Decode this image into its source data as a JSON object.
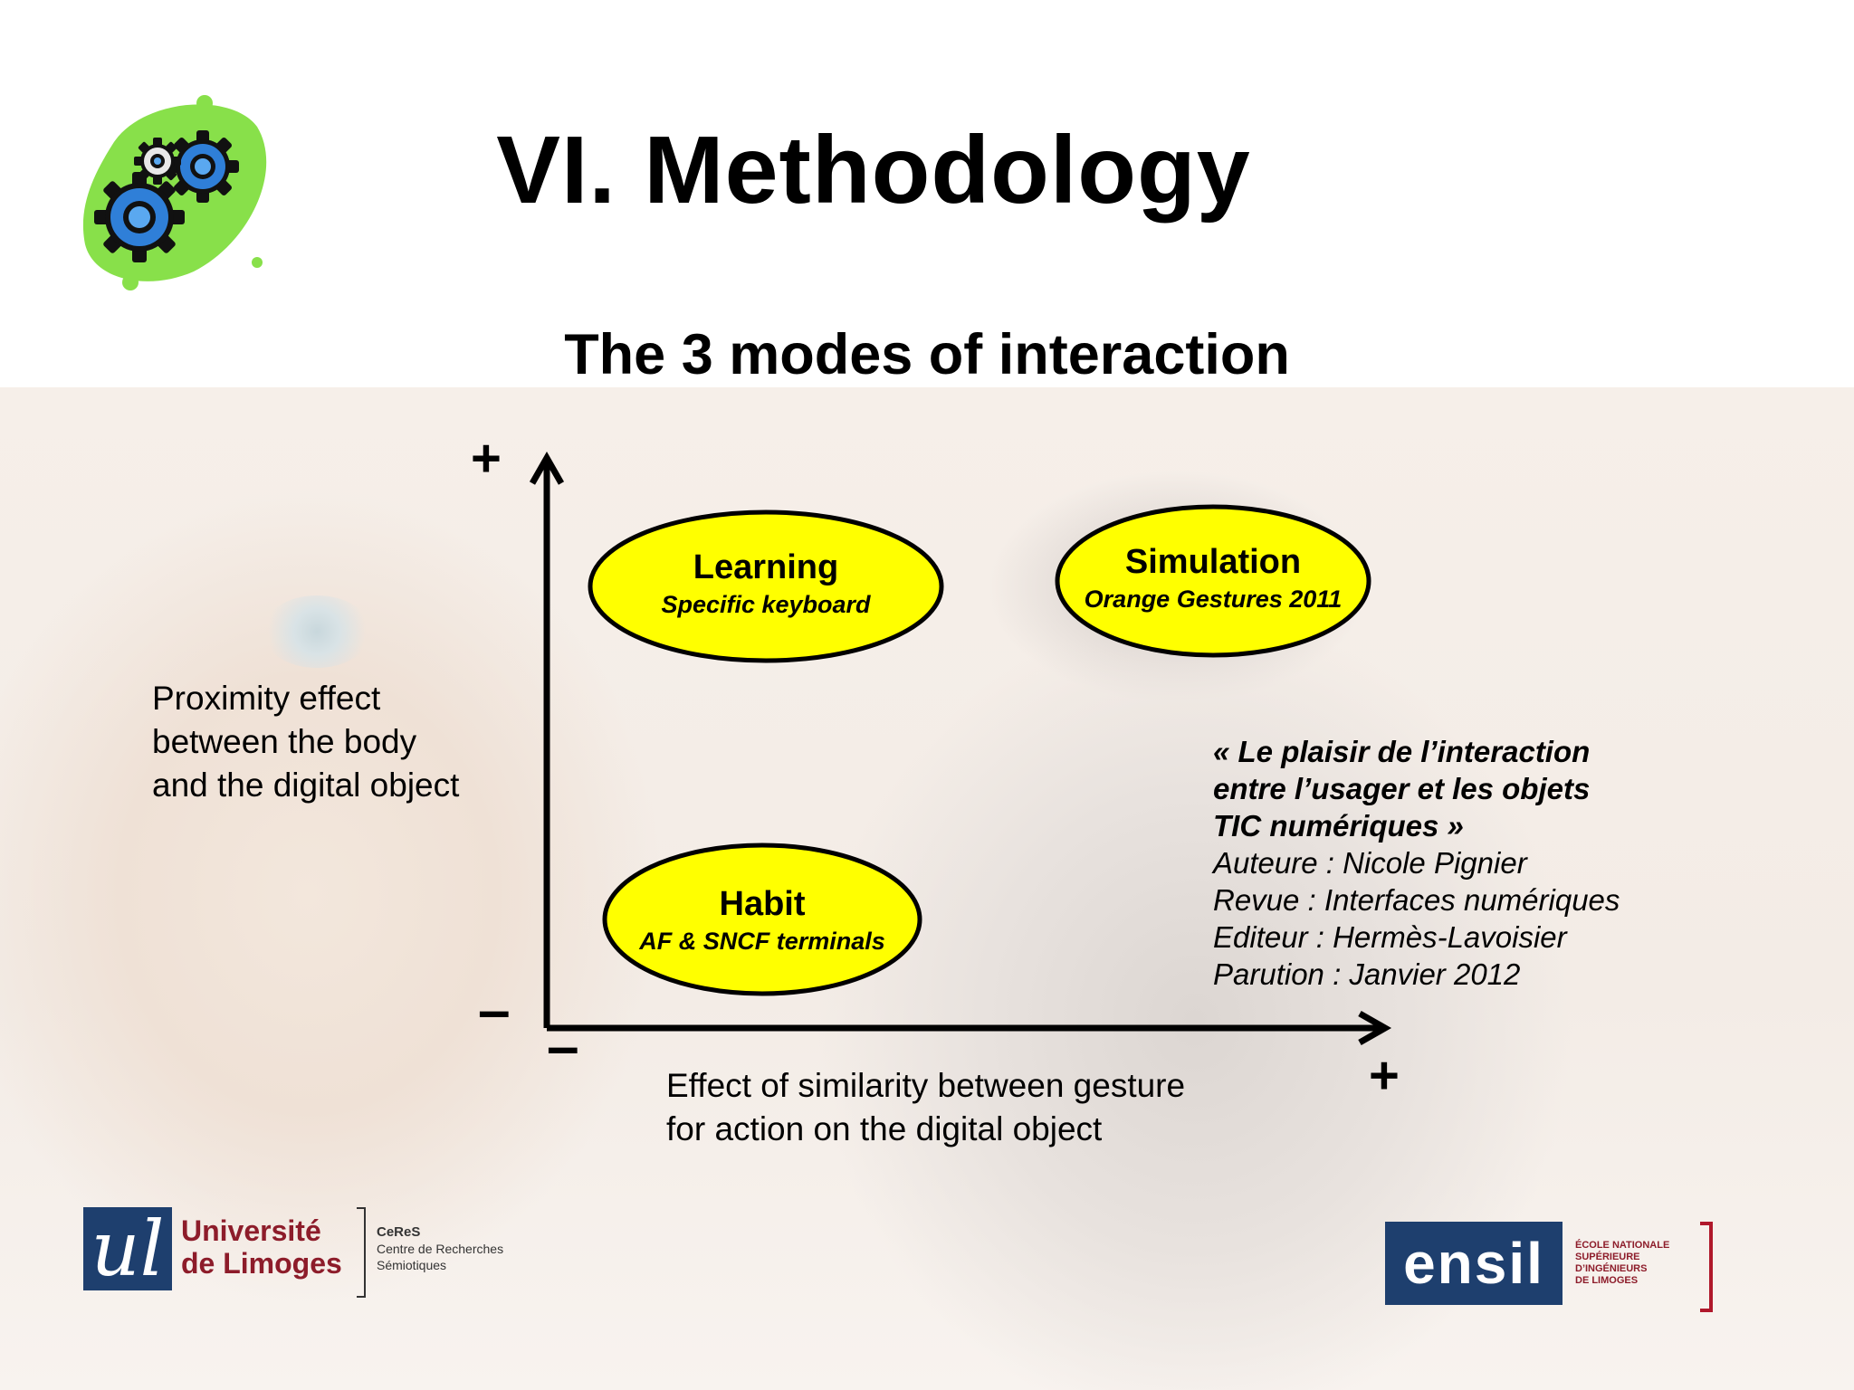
{
  "slide": {
    "title": "VI. Methodology",
    "subtitle": "The 3 modes of interaction"
  },
  "diagram": {
    "y_axis": {
      "label_lines": [
        "Proximity effect",
        "between the body",
        "and the digital object"
      ],
      "plus": "+",
      "minus": "–"
    },
    "x_axis": {
      "label_lines": [
        "Effect of similarity between gesture",
        "for action on the digital object"
      ],
      "plus": "+",
      "minus": "–"
    },
    "modes": [
      {
        "title": "Learning",
        "subtitle": "Specific keyboard"
      },
      {
        "title": "Simulation",
        "subtitle": "Orange Gestures 2011"
      },
      {
        "title": "Habit",
        "subtitle": "AF & SNCF terminals"
      }
    ],
    "fill_color": "#ffff00"
  },
  "reference": {
    "quote_lines": [
      "« Le plaisir de l’interaction",
      "entre l’usager et les objets",
      "TIC numériques »"
    ],
    "author": "Auteure : Nicole Pignier",
    "journal": "Revue : Interfaces numériques",
    "publisher": "Editeur : Hermès-Lavoisier",
    "date": "Parution : Janvier 2012"
  },
  "logos": {
    "university": {
      "mark": "ul",
      "line1": "Université",
      "line2": "de Limoges"
    },
    "ceres": {
      "name": "CeReS",
      "line1": "Centre de Recherches",
      "line2": "Sémiotiques"
    },
    "ensil": {
      "name": "ensil",
      "lines": [
        "ÉCOLE NATIONALE",
        "SUPÉRIEURE",
        "D’INGÉNIEURS",
        "DE LIMOGES"
      ]
    },
    "gears_icon": "gears-icon"
  }
}
